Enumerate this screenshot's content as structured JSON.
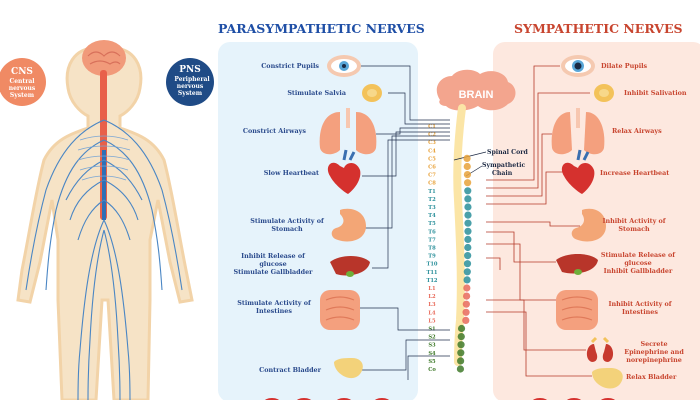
{
  "headers": {
    "parasympathetic": "PARASYMPATHETIC NERVES",
    "sympathetic": "SYMPATHETIC NERVES"
  },
  "cns": {
    "abbr": "CNS",
    "lines": [
      "Central",
      "nervous",
      "System"
    ]
  },
  "pns": {
    "abbr": "PNS",
    "lines": [
      "Peripheral",
      "nervous",
      "System"
    ]
  },
  "brain_label": "BRAIN",
  "spinal_cord_label": "Spinal Cord",
  "sympathetic_chain_label": [
    "Sympathetic",
    "Chain"
  ],
  "parasympathetic_effects": [
    {
      "lines": [
        "Constrict Pupils"
      ]
    },
    {
      "lines": [
        "Stimulate Salvia"
      ]
    },
    {
      "lines": [
        "Constrict Airways"
      ]
    },
    {
      "lines": [
        "Slow Heartbeat"
      ]
    },
    {
      "lines": [
        "Stimulate Activity of",
        "Stomach"
      ]
    },
    {
      "lines": [
        "Inhibit Release of",
        "glucose",
        "Stimulate Gallbladder"
      ]
    },
    {
      "lines": [
        "Stimulate Activity of",
        "Intestines"
      ]
    },
    {
      "lines": [
        "Contract Bladder"
      ]
    }
  ],
  "sympathetic_effects": [
    {
      "lines": [
        "Dilate Pupils"
      ]
    },
    {
      "lines": [
        "Inhibit Salivation"
      ]
    },
    {
      "lines": [
        "Relax Airways"
      ]
    },
    {
      "lines": [
        "Increase Heartbeat"
      ]
    },
    {
      "lines": [
        "Inhibit Activity of",
        "Stomach"
      ]
    },
    {
      "lines": [
        "Stimulate Release of",
        "glucose",
        "Inhibit Gallbladder"
      ]
    },
    {
      "lines": [
        "Inhibit Activity of",
        "Intestines"
      ]
    },
    {
      "lines": [
        "Secrete",
        "Epinephrine and",
        "norepinephrine"
      ]
    },
    {
      "lines": [
        "Relax Bladder"
      ]
    }
  ],
  "vertebrae": {
    "cervical": [
      "C1",
      "C2",
      "C3",
      "C4",
      "C5",
      "C6",
      "C7",
      "C8"
    ],
    "thoracic": [
      "T1",
      "T2",
      "T3",
      "T4",
      "T5",
      "T6",
      "T7",
      "T8",
      "T9",
      "T10",
      "T11",
      "T12"
    ],
    "lumbar": [
      "L1",
      "L2",
      "L3",
      "L4",
      "L5"
    ],
    "sacral": [
      "S1",
      "S2",
      "S3",
      "S4",
      "S5",
      "Co"
    ]
  },
  "colors": {
    "para_panel": "#e6f3fb",
    "symp_panel": "#fde8df",
    "para_text": "#2a4a8c",
    "symp_text": "#c8452f",
    "cns_badge": "#f08a64",
    "pns_badge": "#1f4b86",
    "cervical": "#e8a23a",
    "thoracic": "#2a8f9a",
    "lumbar": "#e86a5a",
    "sacral": "#3f7a2a"
  }
}
